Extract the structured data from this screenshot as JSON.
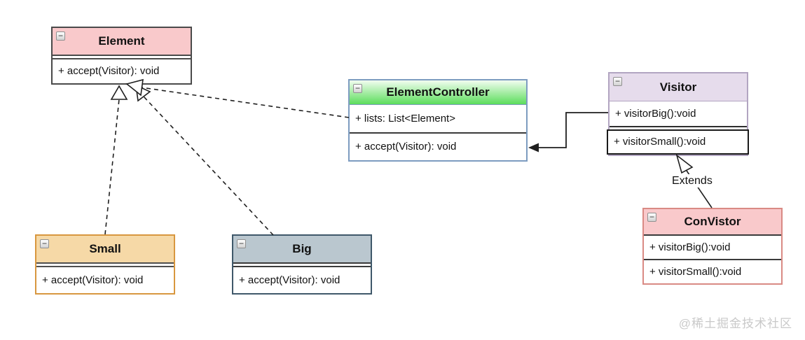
{
  "classes": {
    "element": {
      "title": "Element",
      "methods": [
        "+ accept(Visitor): void"
      ]
    },
    "elementController": {
      "title": "ElementController",
      "attributes": [
        "+ lists: List<Element>"
      ],
      "methods": [
        "+ accept(Visitor): void"
      ]
    },
    "visitor": {
      "title": "Visitor",
      "methods": [
        "+ visitorBig():void",
        "+ visitorSmall():void"
      ]
    },
    "conVistor": {
      "title": "ConVistor",
      "methods": [
        "+ visitorBig():void",
        "+ visitorSmall():void"
      ]
    },
    "small": {
      "title": "Small",
      "methods": [
        "+ accept(Visitor): void"
      ]
    },
    "big": {
      "title": "Big",
      "methods": [
        "+ accept(Visitor): void"
      ]
    }
  },
  "relationships": [
    {
      "from": "Small",
      "to": "Element",
      "style": "dashed",
      "arrowhead": "hollow-triangle",
      "label": ""
    },
    {
      "from": "Big",
      "to": "Element",
      "style": "dashed",
      "arrowhead": "hollow-triangle",
      "label": ""
    },
    {
      "from": "ElementController",
      "to": "Element",
      "style": "dashed",
      "arrowhead": "hollow-triangle",
      "label": ""
    },
    {
      "from": "Visitor",
      "to": "ElementController",
      "style": "solid",
      "arrowhead": "filled-arrow",
      "label": ""
    },
    {
      "from": "ConVistor",
      "to": "Visitor",
      "style": "solid",
      "arrowhead": "hollow-triangle",
      "label": "Extends"
    }
  ],
  "labels": {
    "extends": "Extends"
  },
  "icons": {
    "collapse_glyph": "−"
  },
  "watermark": {
    "text": "@稀土掘金技术社区"
  },
  "colors": {
    "element_header": "#f9c9cb",
    "element_border": "#4a4a4a",
    "controller_header_top": "#f2fdf0",
    "controller_header_bottom": "#5cdd5c",
    "controller_border": "#7d9cc0",
    "visitor_header": "#e6dcec",
    "visitor_border": "#b2a5c1",
    "visitor_selected_border": "#1a1a1a",
    "convistor_header": "#f9c9cb",
    "convistor_border": "#d98a84",
    "small_header": "#f6d9a7",
    "small_border": "#d8973f",
    "big_header": "#bac7cf",
    "big_border": "#3f586a",
    "line": "#1f1f1f",
    "watermark_text": "#c9c9c9"
  }
}
